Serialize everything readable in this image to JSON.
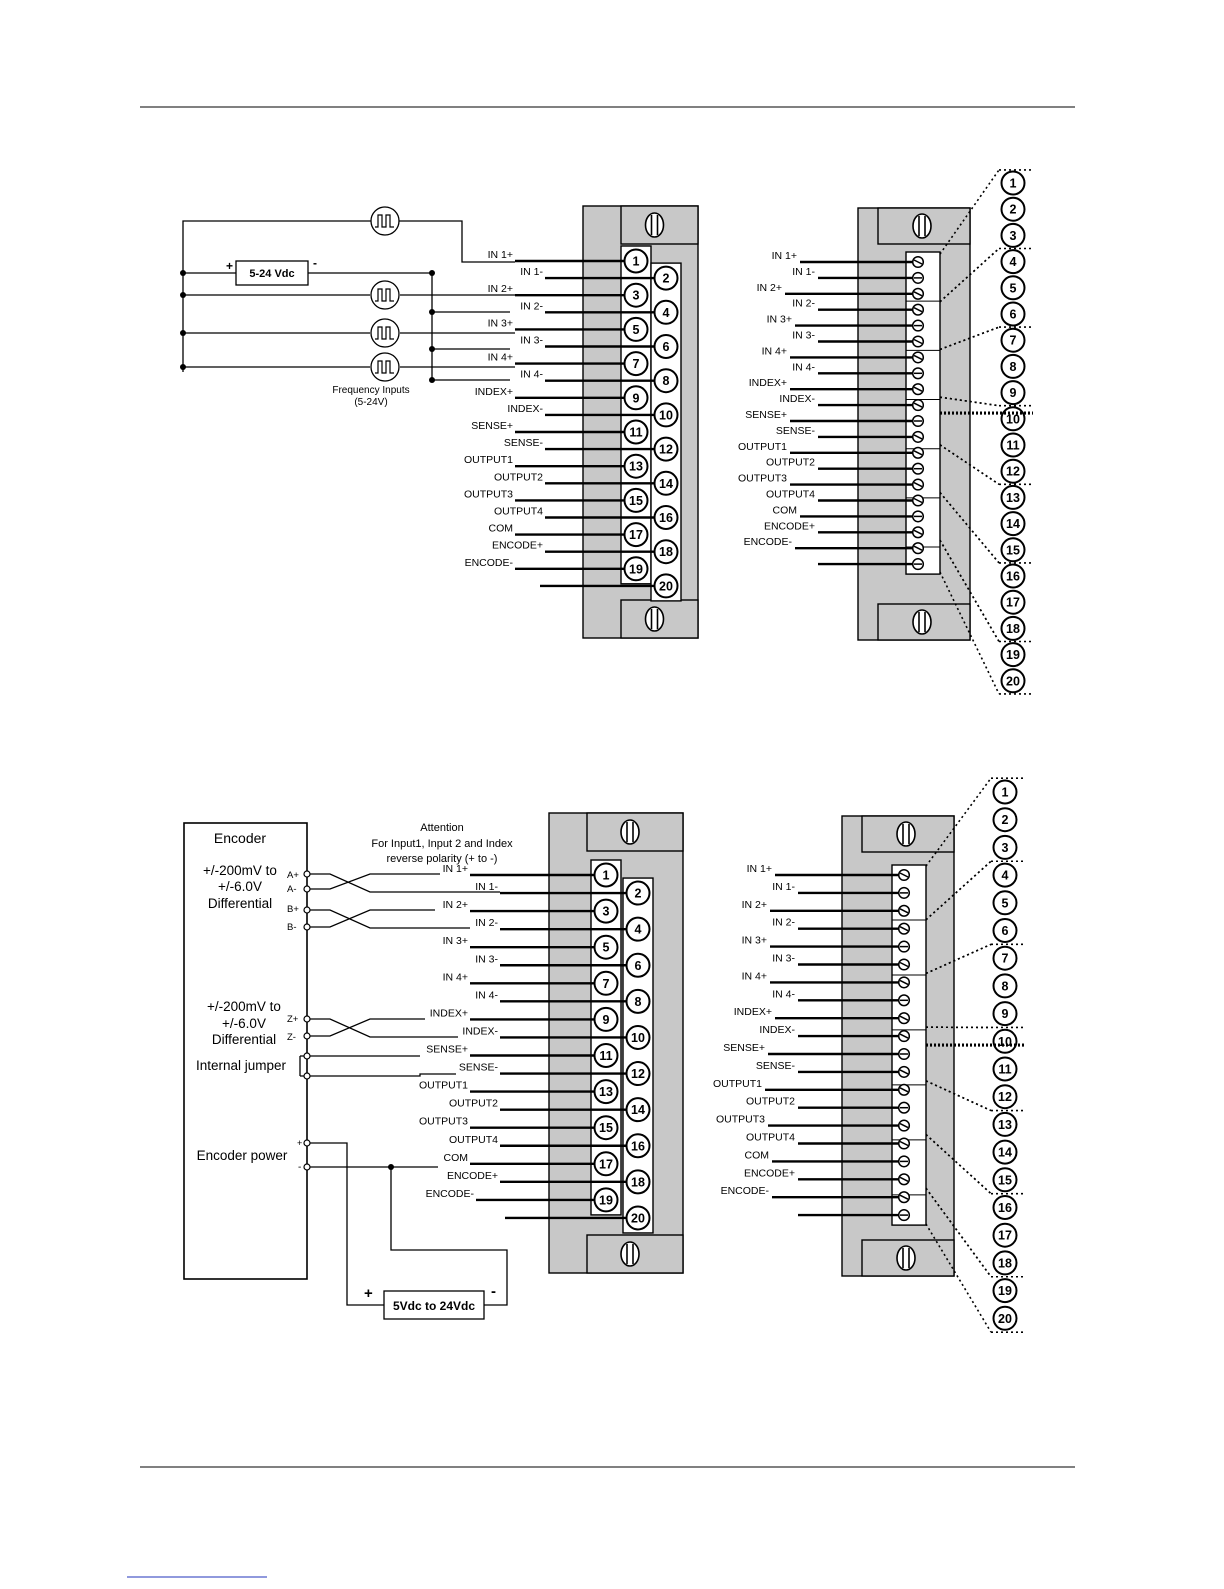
{
  "signals": [
    "IN 1+",
    "IN 1-",
    "IN 2+",
    "IN 2-",
    "IN 3+",
    "IN 3-",
    "IN 4+",
    "IN 4-",
    "INDEX+",
    "INDEX-",
    "SENSE+",
    "SENSE-",
    "OUTPUT1",
    "OUTPUT2",
    "OUTPUT3",
    "OUTPUT4",
    "COM",
    "ENCODE+",
    "ENCODE-",
    ""
  ],
  "pins": [
    "1",
    "2",
    "3",
    "4",
    "5",
    "6",
    "7",
    "8",
    "9",
    "10",
    "11",
    "12",
    "13",
    "14",
    "15",
    "16",
    "17",
    "18",
    "19",
    "20"
  ],
  "diagram1": {
    "supply_label": "5-24  Vdc",
    "supply_plus": "+",
    "supply_minus": "-",
    "frequency_caption_line1": "Frequency Inputs",
    "frequency_caption_line2": "(5-24V)"
  },
  "diagram2": {
    "attention_line1": "Attention",
    "attention_line2": "For Input1, Input 2 and Index",
    "attention_line3": "reverse polarity (+ to -)",
    "encoder_title": "Encoder",
    "diff1_line1": "+/-200mV to",
    "diff1_line2": "+/-6.0V",
    "diff1_line3": "Differential",
    "diff2_line1": "+/-200mV to",
    "diff2_line2": "+/-6.0V",
    "diff2_line3": "Differential",
    "internal_jumper": "Internal jumper",
    "encoder_power": "Encoder power",
    "terminals": [
      "A+",
      "A-",
      "B+",
      "B-",
      "Z+",
      "Z-"
    ],
    "power_plus": "+",
    "power_minus": "-",
    "supply_label": "5Vdc  to 24Vdc",
    "supply_plus": "+",
    "supply_minus": "-"
  }
}
